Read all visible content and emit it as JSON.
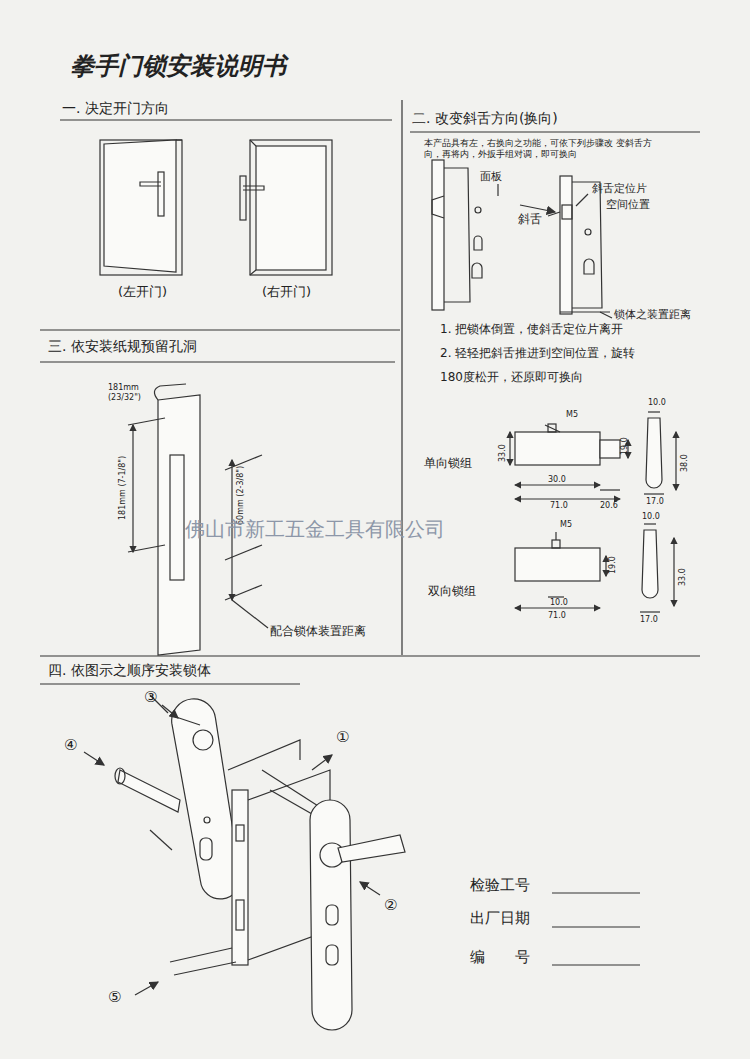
{
  "diagram": {
    "title": "拳手门锁安装说明书",
    "labels": [
      "一. 决定开门方向",
      "二. 改变斜舌方向(换向)",
      "三. 依安装纸规预留孔洞",
      "四. 依图示之顺序安装锁体",
      "(左开门)",
      "(右开门)",
      "本产品具有左，右换向之功能，可依下列步骤改 变斜舌方向，再将内，外扳手组对调，即可换向",
      "面板",
      "斜舌定位片",
      "空间位置",
      "斜舌",
      "锁体之装置距离",
      "1. 把锁体倒置，使斜舌定位片离开",
      "2. 轻轻把斜舌推进到空间位置，旋转",
      "180度松开，还原即可换向",
      "M5",
      "10.0",
      "33.0",
      "19.0",
      "38.0",
      "30.0",
      "71.0",
      "20.6",
      "17.0",
      "单向锁组",
      "M5",
      "10.0",
      "19.0",
      "33.0",
      "10.0",
      "71.0",
      "17.0",
      "双向锁组",
      "181mm (23/32\")",
      "181mm (7-1/8\")",
      "60mm (2-3/8\")",
      "配合锁体装置距离",
      "③",
      "④",
      "①",
      "②",
      "⑤",
      "佛山市新工五金工具有限公司",
      "检验工号",
      "出厂日期",
      "编　　号"
    ]
  }
}
